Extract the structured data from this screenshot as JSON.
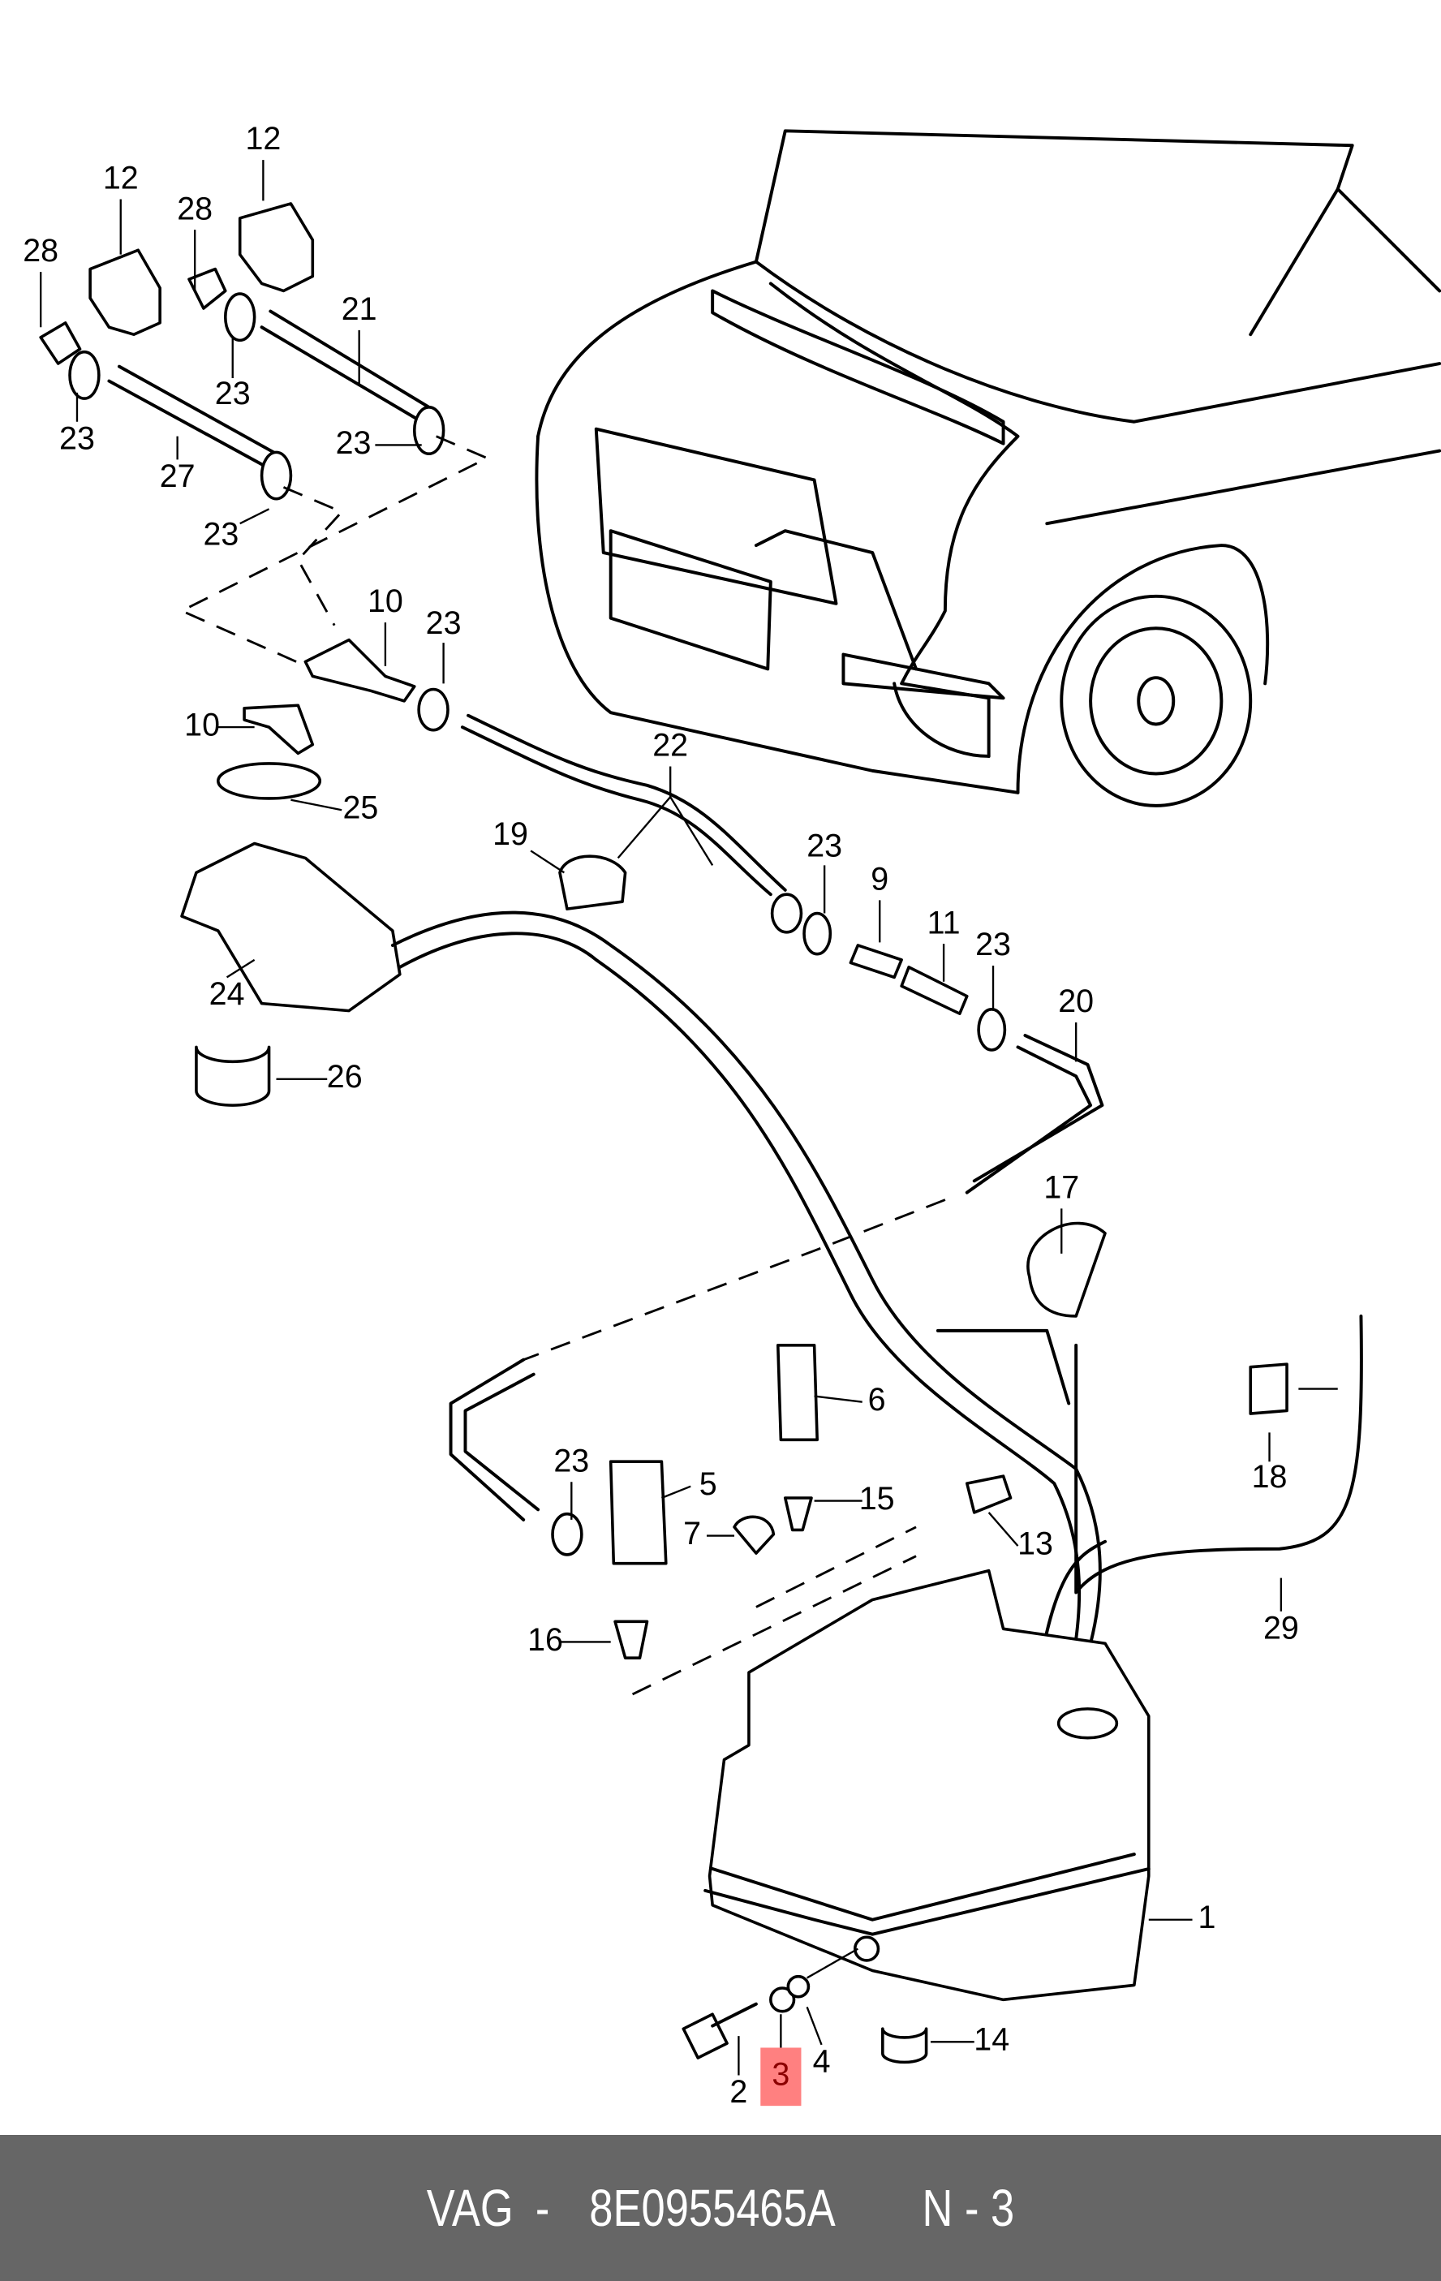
{
  "diagram": {
    "labels": [
      "12",
      "12",
      "28",
      "28",
      "21",
      "23",
      "23",
      "23",
      "27",
      "23",
      "10",
      "23",
      "10",
      "25",
      "22",
      "19",
      "23",
      "9",
      "11",
      "23",
      "24",
      "20",
      "26",
      "17",
      "6",
      "18",
      "5",
      "23",
      "15",
      "7",
      "13",
      "29",
      "16",
      "1",
      "14",
      "4",
      "3",
      "2"
    ],
    "highlighted_label": "3",
    "highlight_color": "#ff8080"
  },
  "footer": {
    "brand": "VAG",
    "part_number": "8E0955465A",
    "position": "N - 3",
    "separator": "-",
    "background": "#666666"
  }
}
